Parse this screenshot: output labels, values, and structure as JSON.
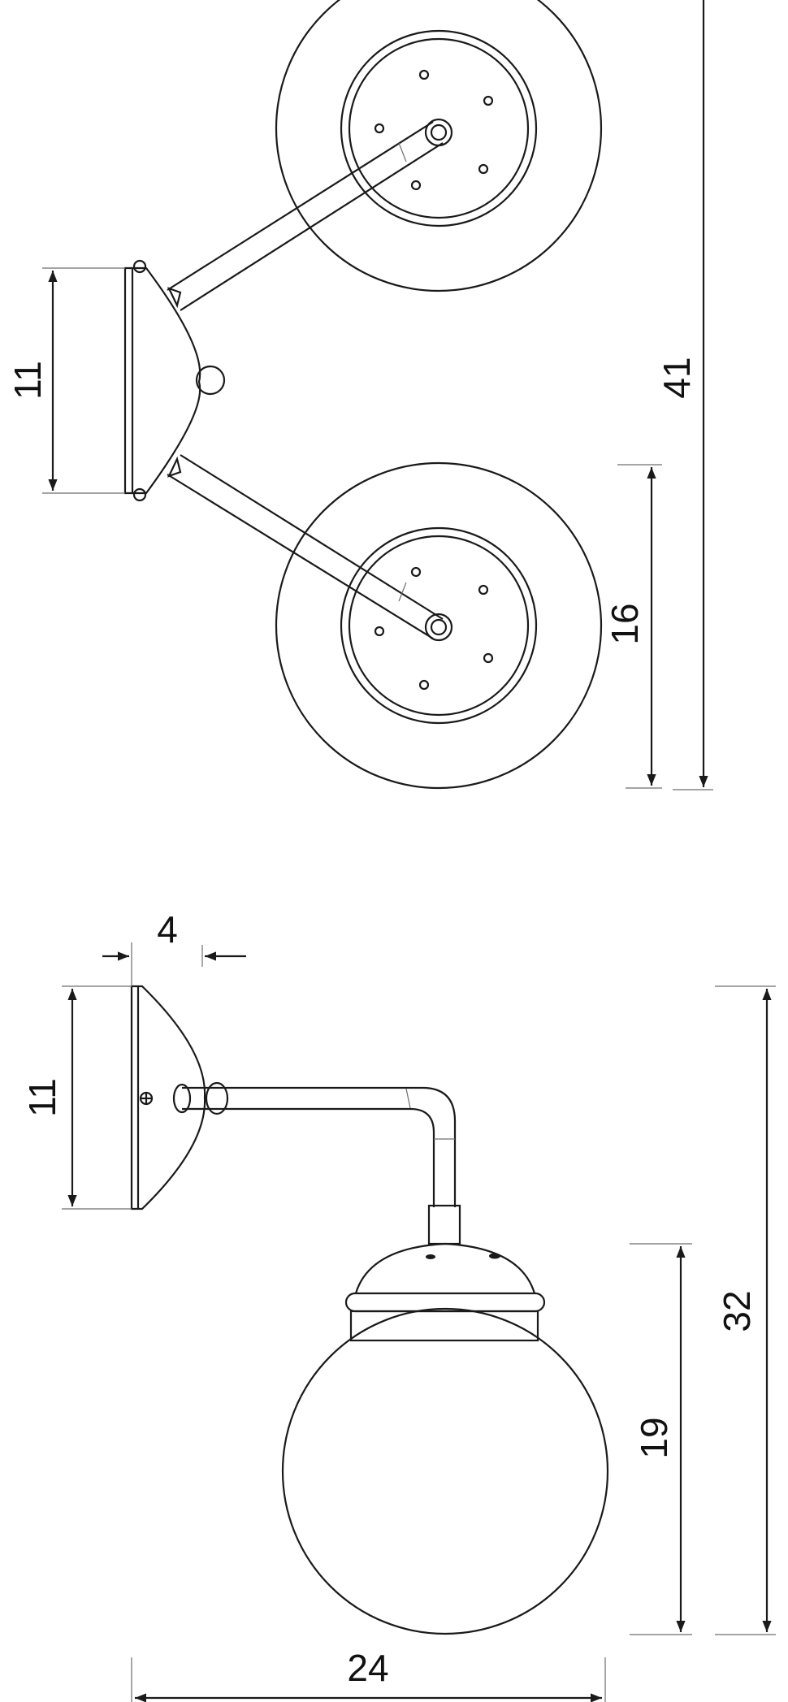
{
  "top_view": {
    "dim_plate_height": "11",
    "dim_shade_diameter": "16",
    "dim_total_width": "41"
  },
  "side_view": {
    "dim_plate_depth": "4",
    "dim_plate_height": "11",
    "dim_shade_height": "19",
    "dim_total_height": "32",
    "dim_projection": "24"
  },
  "colors": {
    "line": "#1a1a1a",
    "extension_line": "#6e6e6e",
    "background": "#ffffff"
  }
}
